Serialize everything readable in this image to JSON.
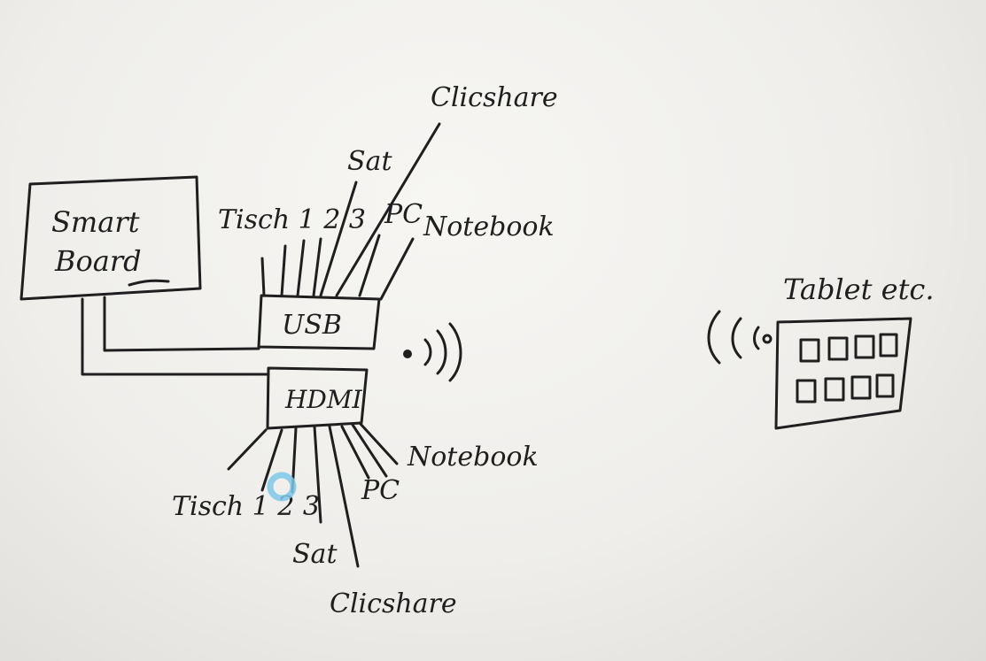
{
  "diagram": {
    "smartboard_label_line1": "Smart",
    "smartboard_label_line2": "Board",
    "usb_label": "USB",
    "hdmi_label": "HDMI",
    "usb_inputs": {
      "tisch": "Tisch 1 2 3",
      "sat": "Sat",
      "clicshare": "Clicshare",
      "pc": "PC",
      "notebook": "Notebook"
    },
    "hdmi_inputs": {
      "tisch": "Tisch 1 2 3",
      "sat": "Sat",
      "clicshare": "Clicshare",
      "pc": "PC",
      "notebook": "Notebook"
    },
    "tablet_label": "Tablet etc."
  },
  "colors": {
    "ink": "#1f1f1f",
    "paper": "#f4f3f0",
    "cursor_marker": "#7ec8e8"
  }
}
